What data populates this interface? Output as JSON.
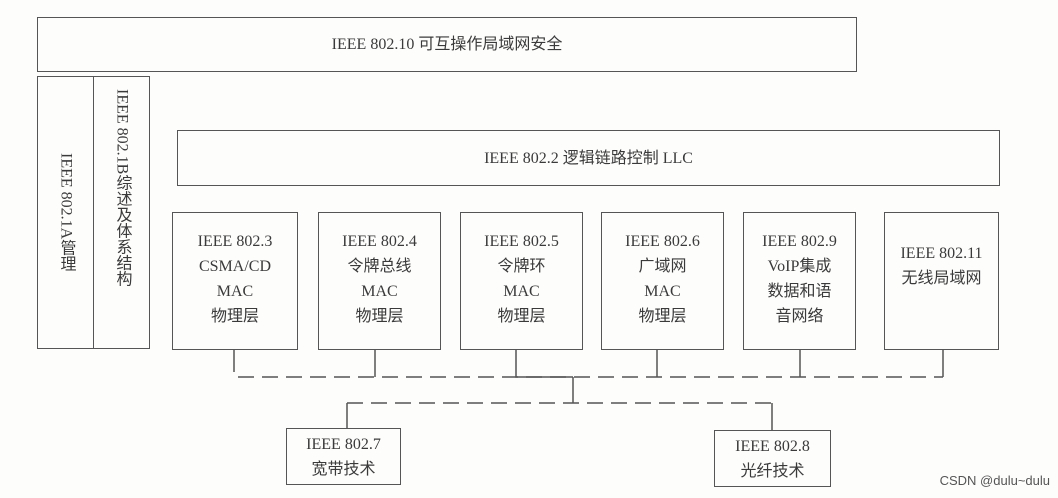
{
  "top": "IEEE 802.10 可互操作局域网安全",
  "left_a": "IEEE 802.1A管理",
  "left_b": "IEEE 802.1B综述及体系结构",
  "llc": "IEEE 802.2 逻辑链路控制 LLC",
  "mac_boxes": [
    {
      "l1": "IEEE 802.3",
      "l2": "CSMA/CD",
      "l3": "MAC",
      "l4": "物理层"
    },
    {
      "l1": "IEEE 802.4",
      "l2": "令牌总线",
      "l3": "MAC",
      "l4": "物理层"
    },
    {
      "l1": "IEEE 802.5",
      "l2": "令牌环",
      "l3": "MAC",
      "l4": "物理层"
    },
    {
      "l1": "IEEE 802.6",
      "l2": "广域网",
      "l3": "MAC",
      "l4": "物理层"
    },
    {
      "l1": "IEEE 802.9",
      "l2": "VoIP集成",
      "l3": "数据和语",
      "l4": "音网络"
    },
    {
      "l1": "IEEE 802.11",
      "l2": "无线局域网"
    }
  ],
  "bottom_boxes": [
    {
      "l1": "IEEE 802.7",
      "l2": "宽带技术"
    },
    {
      "l1": "IEEE 802.8",
      "l2": "光纤技术"
    }
  ],
  "watermark": "CSDN @dulu~dulu"
}
